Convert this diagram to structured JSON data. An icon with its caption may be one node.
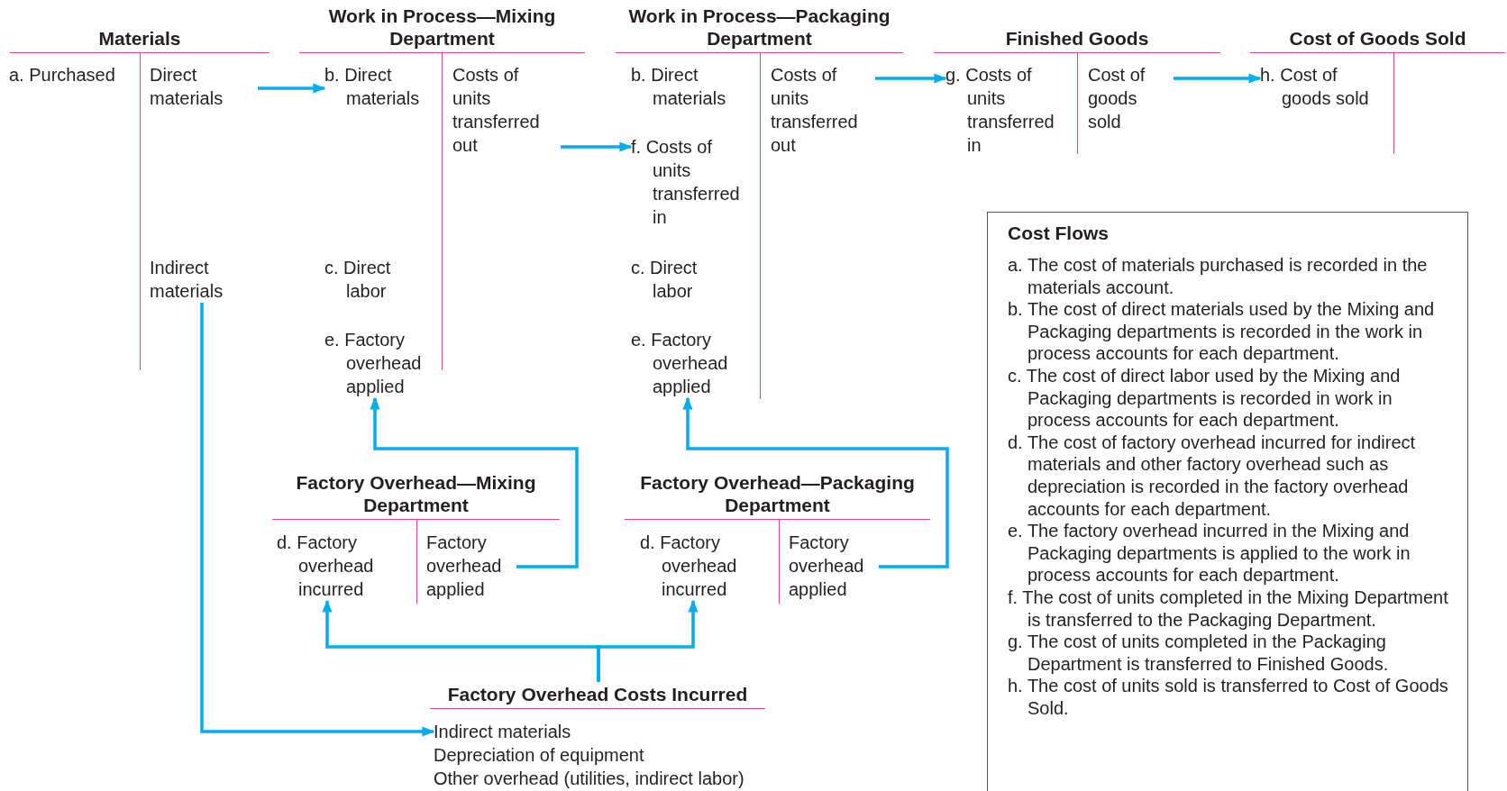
{
  "diagram": {
    "nodes": [
      {
        "text": [
          "Materials"
        ]
      },
      {
        "text": [
          "a. Purchased"
        ],
        "in": 0
      },
      {
        "text": [
          "Direct materials"
        ],
        "in": 0
      },
      {
        "text": [
          "Indirect materials"
        ],
        "in": 0
      },
      {
        "text": [
          "Work in Process—Mixing Department"
        ]
      },
      {
        "text": [
          "b. Direct materials"
        ],
        "in": 4
      },
      {
        "text": [
          "c. Direct labor"
        ],
        "in": 4
      },
      {
        "text": [
          "e. Factory overhead applied"
        ],
        "in": 4
      },
      {
        "text": [
          "Costs of units transferred out"
        ],
        "in": 4
      },
      {
        "text": [
          "Work in Process—Packaging Department"
        ]
      },
      {
        "text": [
          "b. Direct materials"
        ],
        "in": 9
      },
      {
        "text": [
          "f. Costs of units transferred in"
        ],
        "in": 9
      },
      {
        "text": [
          "c. Direct labor"
        ],
        "in": 9
      },
      {
        "text": [
          "e. Factory overhead applied"
        ],
        "in": 9
      },
      {
        "text": [
          "Costs of units transferred out"
        ],
        "in": 9
      },
      {
        "text": [
          "Finished Goods"
        ]
      },
      {
        "text": [
          "g. Costs of units transferred in"
        ],
        "in": 15
      },
      {
        "text": [
          "Cost of goods sold"
        ],
        "in": 15
      },
      {
        "text": [
          "Cost of Goods Sold"
        ]
      },
      {
        "text": [
          "h. Cost of goods sold"
        ],
        "in": 18
      },
      {
        "text": [
          "Factory Overhead—Mixing Department"
        ]
      },
      {
        "text": [
          "d. Factory overhead incurred"
        ],
        "in": 20
      },
      {
        "text": [
          "Factory overhead applied"
        ],
        "in": 20
      },
      {
        "text": [
          "Factory Overhead—Packaging Department"
        ]
      },
      {
        "text": [
          "d. Factory overhead incurred"
        ],
        "in": 23
      },
      {
        "text": [
          "Factory overhead applied"
        ],
        "in": 23
      },
      {
        "text": [
          "Factory Overhead Costs Incurred"
        ]
      },
      {
        "text": [
          "Indirect materials"
        ],
        "in": 26
      },
      {
        "text": [
          "Depreciation of equipment"
        ],
        "in": 26
      },
      {
        "text": [
          "Other overhead (utilities, indirect labor)"
        ],
        "in": 26
      },
      {
        "text": [
          "Cost Flows",
          "a. The cost of materials purchased is recorded in the materials account.",
          "b. The cost of direct materials used by the Mixing and Packaging departments is recorded in the work in process accounts for each department.",
          "c. The cost of direct labor used by the Mixing and Packaging departments is recorded in work in process accounts for each department.",
          "d. The cost of factory overhead incurred for indirect materials and other factory overhead such as depreciation is recorded in the factory overhead accounts for each department.",
          "e. The factory overhead incurred in the Mixing and Packaging departments is applied to the work in process accounts for each department.",
          "f. The cost of units completed in the Mixing Department is transferred to the Packaging Department.",
          "g. The cost of units completed in the Packaging Department is transferred to Finished Goods.",
          "h. The cost of units sold is transferred to Cost of Goods Sold."
        ]
      }
    ],
    "edges": [
      {
        "from": 2,
        "to": 5,
        "arrow": "to"
      },
      {
        "from": 8,
        "to": 11,
        "arrow": "to"
      },
      {
        "from": 14,
        "to": 16,
        "arrow": "to"
      },
      {
        "from": 17,
        "to": 19,
        "arrow": "to"
      },
      {
        "from": 3,
        "to": 27,
        "arrow": "to"
      },
      {
        "from": 26,
        "to": 21,
        "arrow": "to"
      },
      {
        "from": 26,
        "to": 24,
        "arrow": "to"
      },
      {
        "from": 22,
        "to": 7,
        "arrow": "to"
      },
      {
        "from": 25,
        "to": 13,
        "arrow": "to"
      }
    ]
  }
}
